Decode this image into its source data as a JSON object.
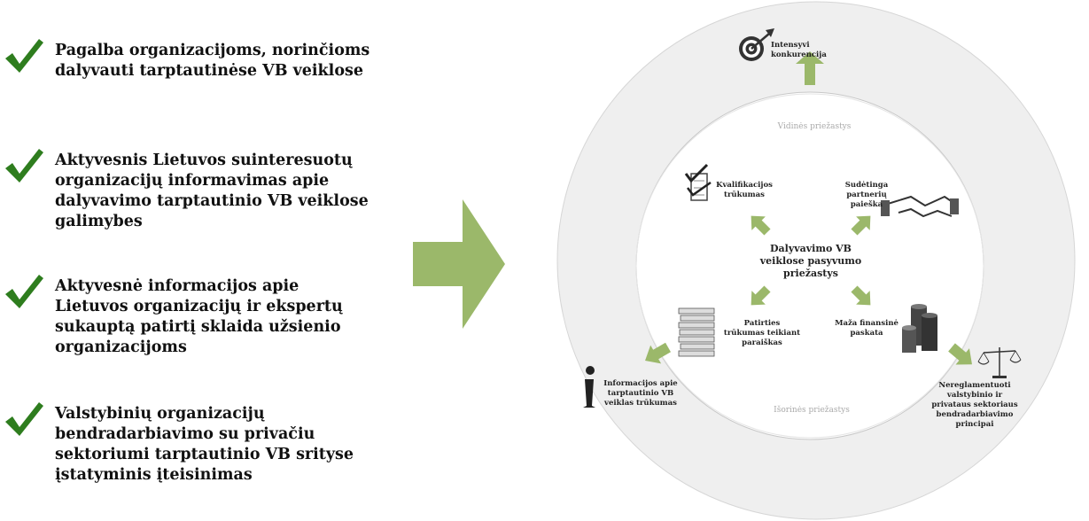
{
  "left_list": {
    "items": [
      {
        "text": "Pagalba organizacijoms, norinčioms dalyvauti tarptautinėse VB veiklose"
      },
      {
        "text": "Aktyvesnis Lietuvos suinteresuotų organizacijų informavimas apie dalyvavimo tarptautinio VB veiklose galimybes"
      },
      {
        "text": "Aktyvesnė informacijos apie Lietuvos organizacijų ir ekspertų sukauptą patirtį sklaida užsienio organizacijoms"
      },
      {
        "text": "Valstybinių organizacijų bendradarbiavimo su privačiu sektoriumi tarptautinio VB srityse įstatyminis įteisinimas"
      }
    ],
    "check_color": "#2e7d1e"
  },
  "diagram": {
    "arrow_color": "#9bb86a",
    "center": "Dalyvavimo VB veiklose pasyvumo priežastys",
    "inner_zone_label": "Vidinės priežastys",
    "outer_zone_label": "Išorinės priežastys",
    "inner": {
      "qualification": "Kvalifikacijos trūkumas",
      "partnership": "Sudėtinga partnerių paieška",
      "experience": "Patirties trūkumas teikiant paraiškas",
      "financial": "Maža finansinė paskata"
    },
    "outer": {
      "competition": "Intensyvi konkurencija",
      "information": "Informacijos apie tarptautinio VB veiklas trūkumas",
      "regulation": "Nereglamentuoti valstybinio ir privataus sektoriaus bendradarbiavimo principai"
    }
  }
}
